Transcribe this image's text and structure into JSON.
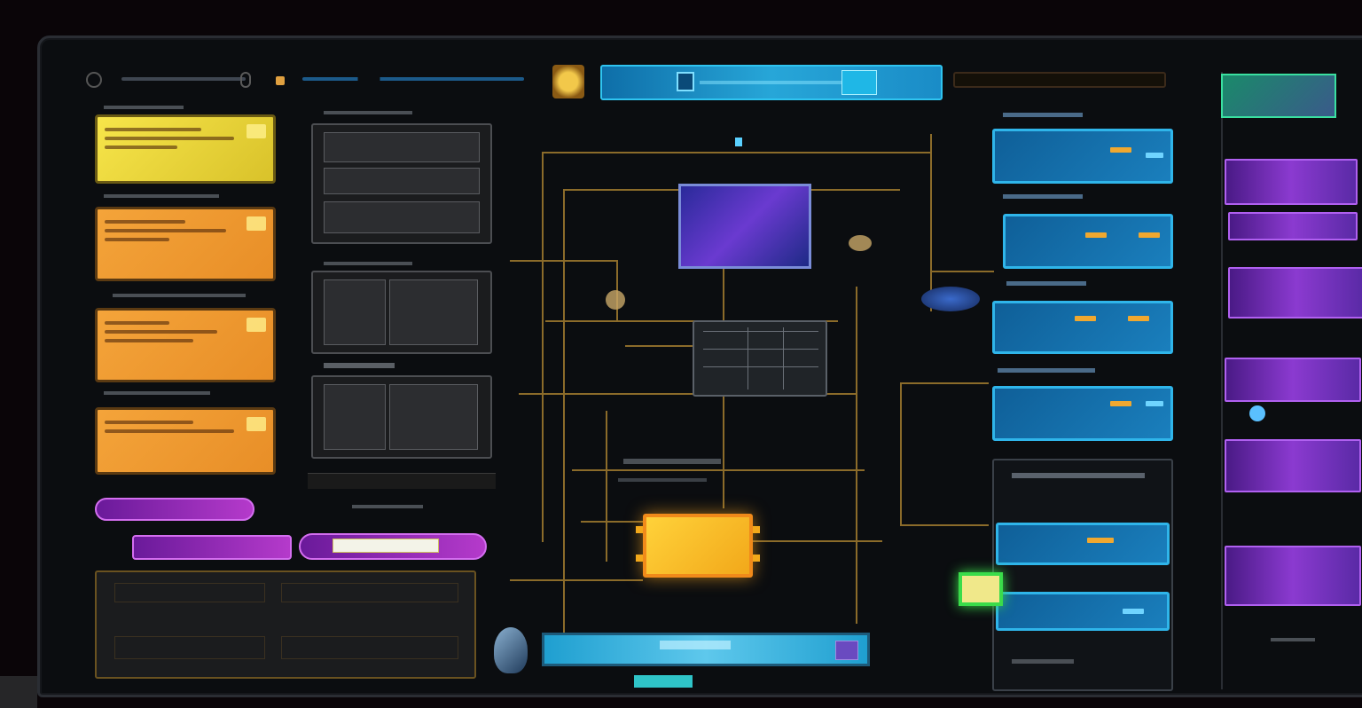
{
  "colors": {
    "background": "#0b0d10",
    "yellow_card": "#f2db3c",
    "orange_card": "#f29a33",
    "cyan": "#27a6d8",
    "gold_line": "#8b6b2a",
    "purple": "#9a3ad0",
    "core_node": "#ffc82a"
  },
  "icons": {
    "topbar_home": "home-icon",
    "topbar_user": "user-icon",
    "topbar_settings": "gear-icon"
  },
  "left_cards": [
    {
      "tone": "yellow"
    },
    {
      "tone": "orange"
    },
    {
      "tone": "orange"
    },
    {
      "tone": "orange"
    }
  ],
  "gray_panels": [
    {
      "rows": 3
    },
    {
      "rows": 2
    },
    {
      "rows": 2
    }
  ],
  "blue_cards": [
    {},
    {},
    {},
    {},
    {}
  ],
  "purple_cards": [
    {},
    {},
    {},
    {},
    {},
    {}
  ]
}
